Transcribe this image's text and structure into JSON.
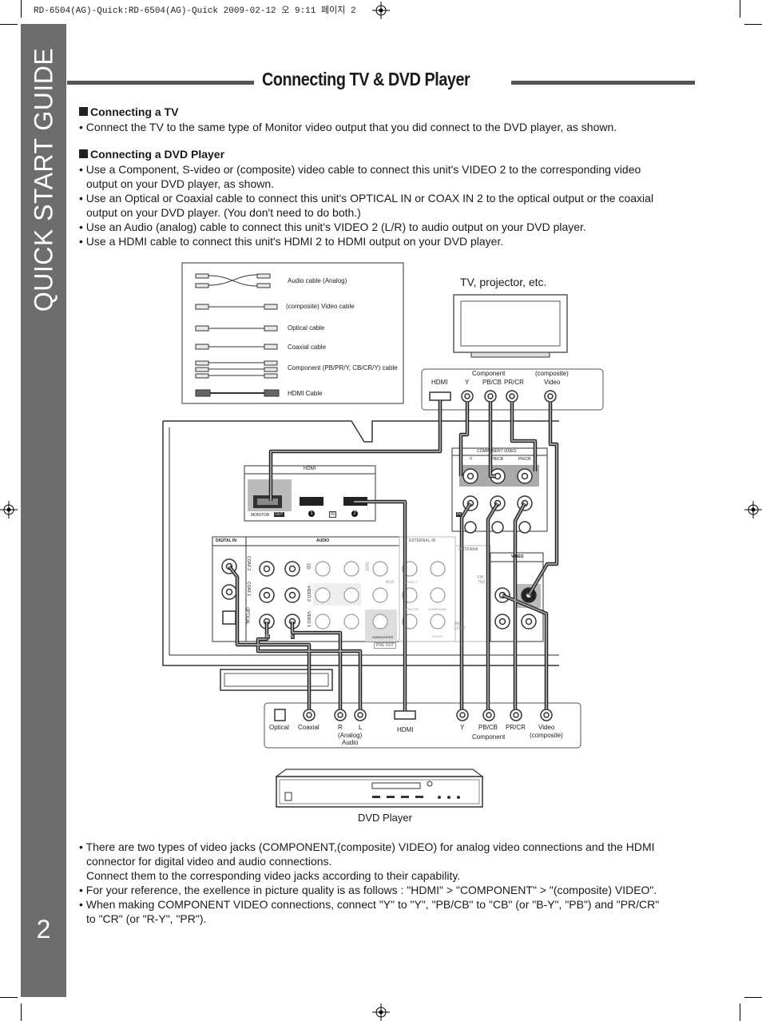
{
  "print_header": "RD-6504(AG)-Quick:RD-6504(AG)-Quick  2009-02-12  오   9:11  페이지 2",
  "sidebar": {
    "title": "QUICK START GUIDE",
    "page_number": "2"
  },
  "page_title": "Connecting TV & DVD Player",
  "section_tv": {
    "heading": "Connecting a TV",
    "bullets": [
      "• Connect the TV to the same type of Monitor video output that you did connect to the DVD player, as shown."
    ]
  },
  "section_dvd": {
    "heading": "Connecting a DVD Player",
    "b1a": "• Use a Component, S-video or (composite) video cable to connect this unit's VIDEO 2 to the corresponding video",
    "b1b": "output on your DVD player, as shown.",
    "b2a": "• Use an Optical or Coaxial cable to connect this unit's OPTICAL IN or COAX IN 2 to the  optical output or the coaxial",
    "b2b": "output on your DVD player. (You don't need to do both.)",
    "b3": "• Use an Audio (analog) cable to connect this unit's VIDEO 2 (L/R) to audio output on your DVD player.",
    "b4": "• Use a HDMI cable to connect this unit's HDMI 2 to HDMI output on your DVD player."
  },
  "legend": {
    "audio": "Audio cable (Analog)",
    "composite": "(composite) Video  cable",
    "optical": "Optical cable",
    "coaxial": "Coaxial cable",
    "component": "Component (PB/PR/Y, CB/CR/Y) cable",
    "hdmi": "HDMI Cable"
  },
  "tv": {
    "label": "TV, projector, etc.",
    "hdmi": "HDMI",
    "component": "Component",
    "y": "Y",
    "pb": "PB/CB",
    "pr": "PR/CR",
    "composite": "(composite)",
    "video": "Video"
  },
  "receiver": {
    "hdmi_title": "HDMI",
    "monitor": "MONITOR",
    "out": "OUT",
    "in": "IN",
    "one": "1",
    "two": "2",
    "digital_in": "DIGITAL IN",
    "audio": "AUDIO",
    "external_in": "EXTERNAL IN",
    "coax2": "COAX 2",
    "coax1": "COAX 1",
    "optical": "OPTICAL",
    "cd": "CD",
    "video2": "VIDEO 2",
    "video1": "VIDEO 1",
    "tape": "TAPE",
    "aux": "AUX",
    "subwoofer": "SUBWOOFER",
    "pre_out": "PRE OUT",
    "zone2": "ZONE-2",
    "center": "CENTER",
    "surround": "SURROUND",
    "front": "FRONT",
    "antenna": "ANTENNA",
    "fm": "FM 75Ω",
    "am": "AM LOOP",
    "component_video": "COMPONENT  VIDEO",
    "video": "VIDEO",
    "y": "Y",
    "pb": "PB/CB",
    "pr": "PR/CR",
    "r": "R",
    "l": "L",
    "in_badge": "IN"
  },
  "dvd": {
    "optical": "Optical",
    "coaxial": "Coaxial",
    "r": "R",
    "l": "L",
    "analog": "(Analog)",
    "audio": "Audio",
    "hdmi": "HDMI",
    "y": "Y",
    "pb": "PB/CB",
    "pr": "PR/CR",
    "component": "Component",
    "video": "Video",
    "composite": "(composite)",
    "label": "DVD Player"
  },
  "notes": {
    "n1a": "• There are two types of video jacks (COMPONENT,(composite) VIDEO) for analog video connections and the HDMI",
    "n1b": "connector for digital video and audio connections.",
    "n1c": "Connect them to the corresponding video jacks according to their capability.",
    "n2": "• For your reference, the exellence in picture quality is as follows : \"HDMI\" > \"COMPONENT\" > \"(composite) VIDEO\".",
    "n3a": "• When making COMPONENT VIDEO connections, connect \"Y\" to \"Y\", \"PB/CB\" to \"CB\" (or \"B-Y\", \"PB\") and \"PR/CR\"",
    "n3b": "to \"CR\" (or \"R-Y\", \"PR\")."
  }
}
